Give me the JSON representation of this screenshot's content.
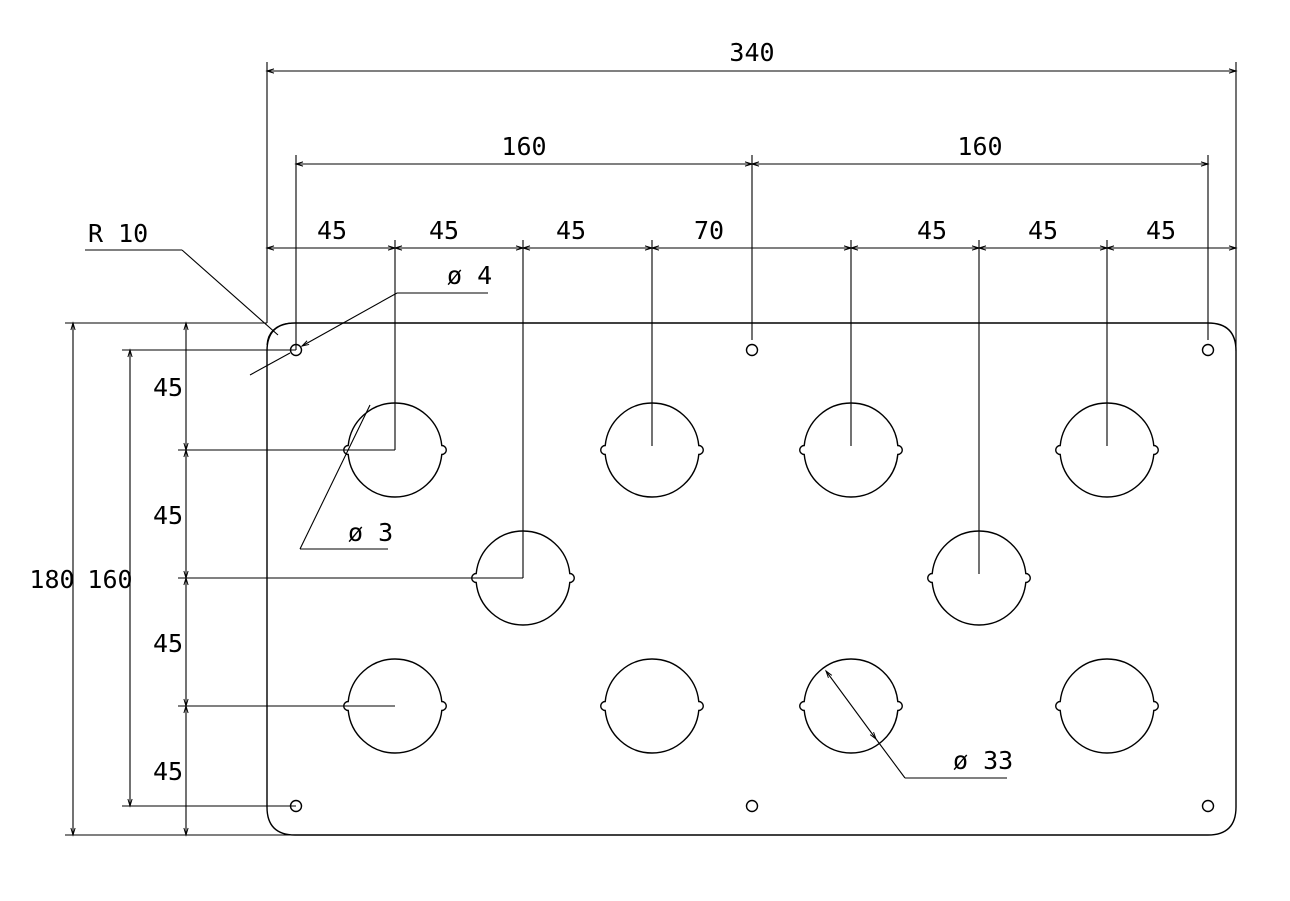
{
  "dimensions": {
    "overall_width": "340",
    "left_span": "160",
    "right_span": "160",
    "pitch_1": "45",
    "pitch_2": "45",
    "pitch_3": "45",
    "pitch_4": "70",
    "pitch_5": "45",
    "pitch_6": "45",
    "pitch_7": "45",
    "overall_height": "180",
    "inner_height": "160",
    "row_pitch_1": "45",
    "row_pitch_2": "45",
    "row_pitch_3": "45",
    "row_pitch_4": "45"
  },
  "callouts": {
    "corner_radius": "R 10",
    "mount_hole": "ø 4",
    "notch": "ø 3",
    "cutout": "ø 33"
  }
}
